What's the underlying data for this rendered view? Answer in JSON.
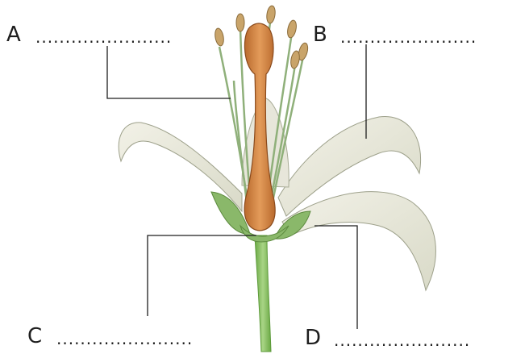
{
  "labels": {
    "a": {
      "letter": "A",
      "blank": "......................."
    },
    "b": {
      "letter": "B",
      "blank": "......................."
    },
    "c": {
      "letter": "C",
      "blank": "......................."
    },
    "d": {
      "letter": "D",
      "blank": "......................."
    }
  },
  "colors": {
    "petal": "#ecebdf",
    "petal_shade": "#b9bca7",
    "stalk": "#9bbd7c",
    "stem": "#7fbd58",
    "sepal": "#8ab86a",
    "carpel": "#d48a4a",
    "carpel_dark": "#a85e2a",
    "anther": "#c9a46a",
    "leader_line": "#1e1e1e"
  }
}
